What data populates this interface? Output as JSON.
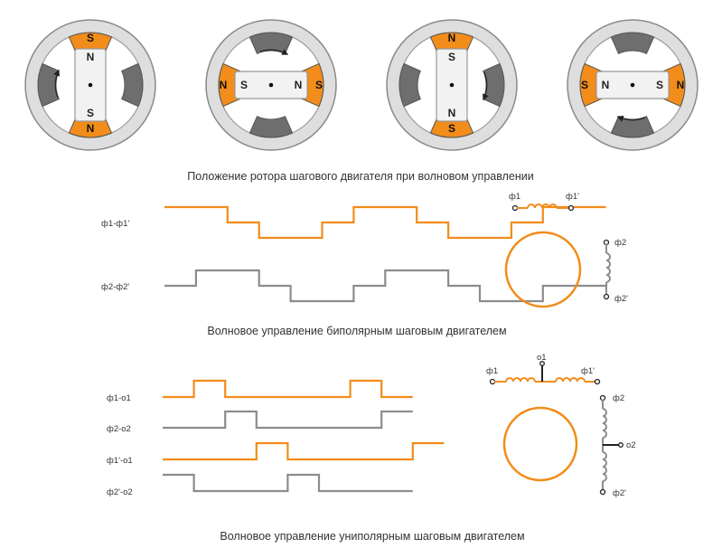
{
  "captions": {
    "rotor_positions": "Положение ротора шагового двигателя при волновом управлении",
    "bipolar": "Волновое управление биполярным шаговым двигателем",
    "unipolar": "Волновое управление униполярным шаговым двигателем"
  },
  "colors": {
    "orange": "#f28c1a",
    "gray": "#8c8c8c",
    "ring": "#dedede",
    "pole_gray": "#6e6e6e",
    "rotor": "#f2f2f2"
  },
  "motors": [
    {
      "top": "S",
      "bottom": "N",
      "active": "vertical",
      "rotor": [
        "N",
        "S"
      ],
      "rotor_orientation": "vertical"
    },
    {
      "left": "N",
      "right": "S",
      "active": "horizontal",
      "rotor": [
        "S",
        "N"
      ],
      "rotor_orientation": "horizontal"
    },
    {
      "top": "N",
      "bottom": "S",
      "active": "vertical",
      "rotor": [
        "S",
        "N"
      ],
      "rotor_orientation": "vertical"
    },
    {
      "left": "S",
      "right": "N",
      "active": "horizontal",
      "rotor": [
        "N",
        "S"
      ],
      "rotor_orientation": "horizontal"
    }
  ],
  "bipolar": {
    "signals": [
      {
        "label": "ф1-ф1'",
        "color": "orange",
        "levels": [
          1,
          1,
          0,
          -1,
          -1,
          0,
          1,
          1,
          0,
          -1,
          -1,
          0,
          1,
          1
        ]
      },
      {
        "label": "ф2-ф2'",
        "color": "gray",
        "levels": [
          0,
          1,
          1,
          0,
          -1,
          -1,
          0,
          1,
          1,
          0,
          -1,
          -1,
          0,
          0
        ]
      }
    ],
    "coil_labels": {
      "a": "ф1",
      "a_prime": "ф1'",
      "b": "ф2",
      "b_prime": "ф2'"
    }
  },
  "unipolar": {
    "signals": [
      {
        "label": "ф1-о1",
        "color": "orange",
        "levels": [
          0,
          1,
          0,
          0,
          0,
          0,
          1,
          0
        ]
      },
      {
        "label": "ф2-о2",
        "color": "gray",
        "levels": [
          0,
          0,
          1,
          0,
          0,
          0,
          0,
          1
        ]
      },
      {
        "label": "ф1'-о1",
        "color": "orange",
        "levels": [
          0,
          0,
          0,
          1,
          0,
          0,
          0,
          0,
          1
        ]
      },
      {
        "label": "ф2'-о2",
        "color": "gray",
        "levels": [
          1,
          0,
          0,
          0,
          1,
          0,
          0,
          0
        ]
      }
    ],
    "coil_labels": {
      "a": "ф1",
      "center_a": "о1",
      "a_prime": "ф1'",
      "b": "ф2",
      "center_b": "о2",
      "b_prime": "ф2'"
    }
  }
}
